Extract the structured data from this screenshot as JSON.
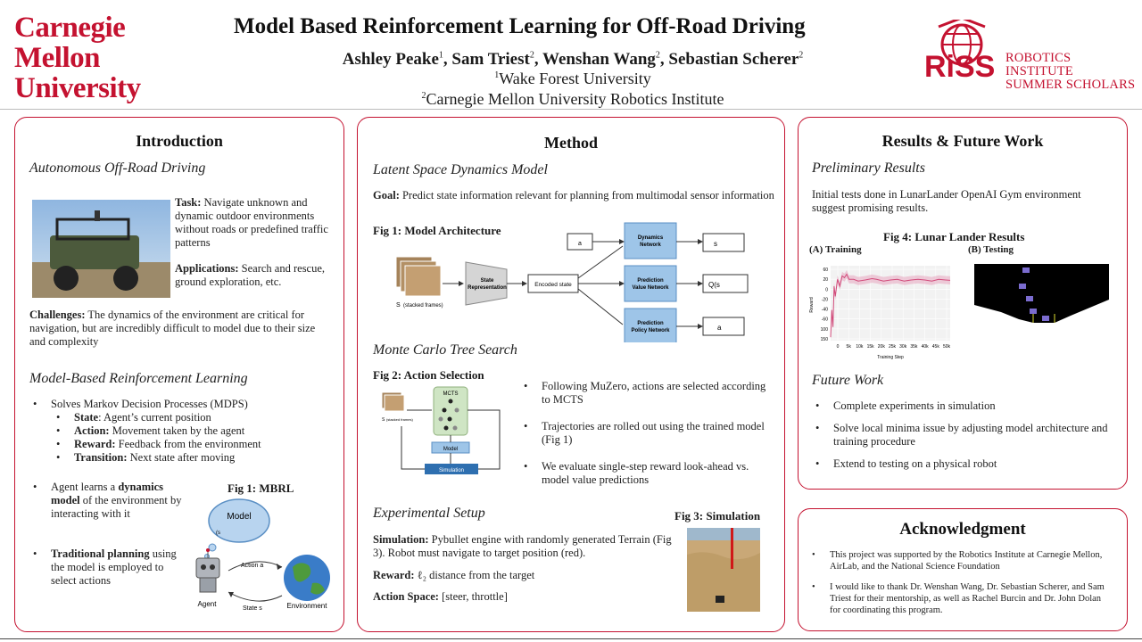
{
  "header": {
    "cmu_logo": [
      "Carnegie",
      "Mellon",
      "University"
    ],
    "title": "Model Based Reinforcement Learning for Off-Road Driving",
    "authors": [
      {
        "name": "Ashley Peake",
        "sup": "1"
      },
      {
        "name": "Sam Triest",
        "sup": "2"
      },
      {
        "name": "Wenshan Wang",
        "sup": "2"
      },
      {
        "name": "Sebastian Scherer",
        "sup": "2"
      }
    ],
    "affiliations": [
      {
        "sup": "1",
        "name": "Wake Forest University"
      },
      {
        "sup": "2",
        "name": "Carnegie Mellon University Robotics Institute"
      }
    ],
    "riss_logo": {
      "mark": "RiSS",
      "line1": "ROBOTICS INSTITUTE",
      "line2": "SUMMER SCHOLARS"
    }
  },
  "introduction": {
    "heading": "Introduction",
    "subheading1": "Autonomous Off-Road Driving",
    "task_label": "Task:",
    "task_text": "Navigate unknown and dynamic outdoor environments without roads or predefined traffic patterns",
    "applications_label": "Applications:",
    "applications_text": "Search and rescue, ground exploration, etc.",
    "challenges_label": "Challenges:",
    "challenges_text": "The dynamics of the environment are critical for navigation, but are incredibly difficult to model due to their size and complexity",
    "subheading2": "Model-Based Reinforcement Learning",
    "mdp_bullet": "Solves Markov Decision Processes (MDPS)",
    "mdp_items": [
      {
        "label": "State",
        "text": ": Agent’s current position"
      },
      {
        "label": "Action:",
        "text": " Movement taken by the agent"
      },
      {
        "label": "Reward:",
        "text": " Feedback from the environment"
      },
      {
        "label": "Transition:",
        "text": " Next state after moving"
      }
    ],
    "bullet_dynamics": {
      "pre": "Agent learns a ",
      "bold": "dynamics model",
      "post": " of the environment by interacting with it"
    },
    "bullet_planning": {
      "bold": "Traditional planning",
      "post": " using the model is employed to select actions"
    },
    "fig_label": "Fig 1: MBRL",
    "fig": {
      "model": "Model",
      "cloud_tuple": "(s",
      "action": "Action a",
      "state": "State s",
      "agent": "Agent",
      "environment": "Environment"
    }
  },
  "method": {
    "heading": "Method",
    "subheading1": "Latent Space Dynamics Model",
    "goal_label": "Goal:",
    "goal_text": "Predict state information relevant for planning from multimodal sensor information",
    "fig1_label": "Fig 1: Model Architecture",
    "fig1": {
      "input": "S",
      "input_note": "(stacked frames)",
      "state_rep": [
        "State",
        "Representation"
      ],
      "encoded": "Encoded state",
      "action_in": "a",
      "dynamics": [
        "Dynamics",
        "Network"
      ],
      "value": [
        "Prediction",
        "Value Network"
      ],
      "policy": [
        "Prediction",
        "Policy Network"
      ],
      "out1": "s",
      "out2": "Q(s",
      "out3": "a"
    },
    "subheading2": "Monte Carlo Tree Search",
    "fig2_label": "Fig 2: Action Selection",
    "fig2": {
      "mcts": "MCTS",
      "model": "Model",
      "simulation": "Simulation",
      "stack": "S",
      "stack_note": "(stacked frames)"
    },
    "mcts_bullets": [
      "Following MuZero, actions are selected according to MCTS",
      "Trajectories are rolled out using the trained model (Fig 1)",
      "We evaluate single-step reward look-ahead vs. model value predictions"
    ],
    "subheading3": "Experimental Setup",
    "fig3_label": "Fig 3: Simulation",
    "simulation_label": "Simulation:",
    "simulation_text": "Pybullet engine with randomly generated Terrain (Fig 3). Robot must navigate to target position (red).",
    "reward_label": "Reward:",
    "reward_text": "ℓ₂ distance from the target",
    "action_label": "Action Space:",
    "action_text": "[steer, throttle]"
  },
  "results": {
    "heading": "Results & Future Work",
    "subheading1": "Preliminary Results",
    "prelim_text": "Initial tests done in LunarLander OpenAI Gym environment suggest promising results.",
    "fig4_label": "Fig 4: Lunar Lander Results",
    "panel_a": "(A) Training",
    "panel_b": "(B) Testing",
    "chart_ylabel": "Reward",
    "chart_xlabel": "Training Step",
    "subheading2": "Future Work",
    "future_bullets": [
      "Complete experiments in simulation",
      "Solve local minima issue by adjusting model architecture and training procedure",
      "Extend to testing on a physical robot"
    ]
  },
  "acknowledgment": {
    "heading": "Acknowledgment",
    "items": [
      "This project was supported by the Robotics Institute at Carnegie Mellon, AirLab, and the National Science Foundation",
      "I would like to thank Dr. Wenshan Wang, Dr. Sebastian Scherer, and Sam Triest for their mentorship, as well as Rachel Burcin and Dr. John Dolan for coordinating this program."
    ]
  },
  "chart_data": {
    "type": "line",
    "title": "",
    "xlabel": "Training Step",
    "ylabel": "Reward",
    "x_ticks": [
      "0",
      "5k",
      "10k",
      "15k",
      "20k",
      "25k",
      "30k",
      "35k",
      "40k",
      "45k",
      "50k"
    ],
    "y_ticks": [
      "60",
      "20",
      "0",
      "-20",
      "-40",
      "-60",
      "100",
      "150"
    ],
    "xlim": [
      0,
      52000
    ],
    "ylim": [
      -150,
      70
    ],
    "series": [
      {
        "x": [
          0,
          500,
          1000,
          1500,
          2000,
          3000,
          4000,
          5000,
          6000,
          7000,
          8000,
          10000,
          12000,
          15000,
          18000,
          20000,
          23000,
          26000,
          29000,
          32000,
          35000,
          38000,
          41000,
          44000,
          47000,
          50000,
          52000
        ],
        "values": [
          -140,
          -60,
          -110,
          10,
          -20,
          30,
          10,
          40,
          35,
          45,
          30,
          30,
          25,
          28,
          32,
          30,
          25,
          28,
          30,
          25,
          28,
          30,
          28,
          25,
          30,
          28,
          27
        ]
      }
    ],
    "grid": true
  },
  "colors": {
    "accent": "#c41230",
    "node_blue": "#9ec5e8",
    "node_blue_dark": "#5a8fc4",
    "line_pink": "#d14a7a"
  }
}
